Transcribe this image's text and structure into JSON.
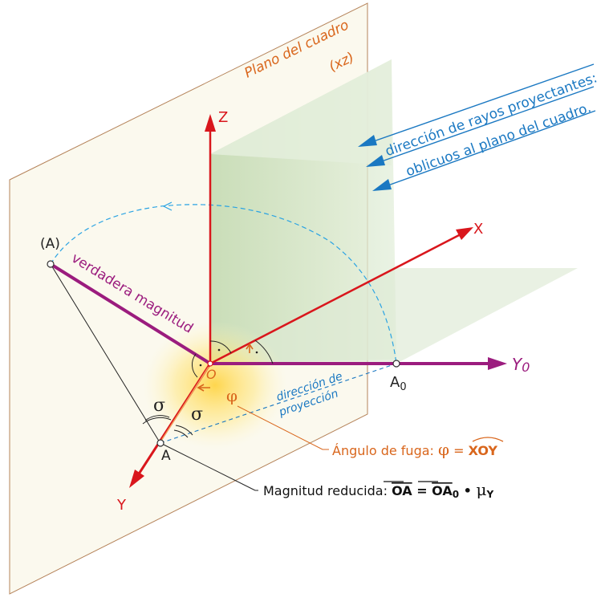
{
  "labels": {
    "plane_title_line1": "Plano del cuadro",
    "plane_title_line2": "(xz)",
    "rays_line1": "dirección de rayos proyectantes:",
    "rays_line2": "oblicuos al plano del cuadro.",
    "axis_z": "Z",
    "axis_x": "X",
    "axis_y": "Y",
    "axis_y0": "Y",
    "axis_y0_sub": "0",
    "point_A_true": "(A)",
    "point_A": "A",
    "point_A0": "A",
    "point_A0_sub": "0",
    "origin": "O",
    "true_magnitude": "verdadera magnitud",
    "projection_dir_line1": "dirección de",
    "projection_dir_line2": "proyección",
    "phi": "φ",
    "sigma": "σ",
    "vanish_angle_prefix": "Ángulo de fuga: ",
    "vanish_angle_phi": "φ",
    "vanish_angle_eq": " = ",
    "vanish_angle_xoy": "XOY",
    "reduced_prefix": "Magnitud reducida: ",
    "reduced_OA": "OA",
    "reduced_eq": " = ",
    "reduced_OA0": "OA",
    "reduced_OA0_sub": "0",
    "reduced_dot": " • ",
    "reduced_mu": "μ",
    "reduced_mu_sub": "Y"
  },
  "colors": {
    "axis_red": "#d9161c",
    "magenta": "#9b1c7e",
    "orange": "#d9661c",
    "blue": "#1a78c2",
    "cyan": "#2aa3e3",
    "plane_fill": "#fbf9ee",
    "plane_stroke": "#b5835a",
    "green_plane": "#d7e8cf",
    "green_dark": "#bcd6ad"
  }
}
